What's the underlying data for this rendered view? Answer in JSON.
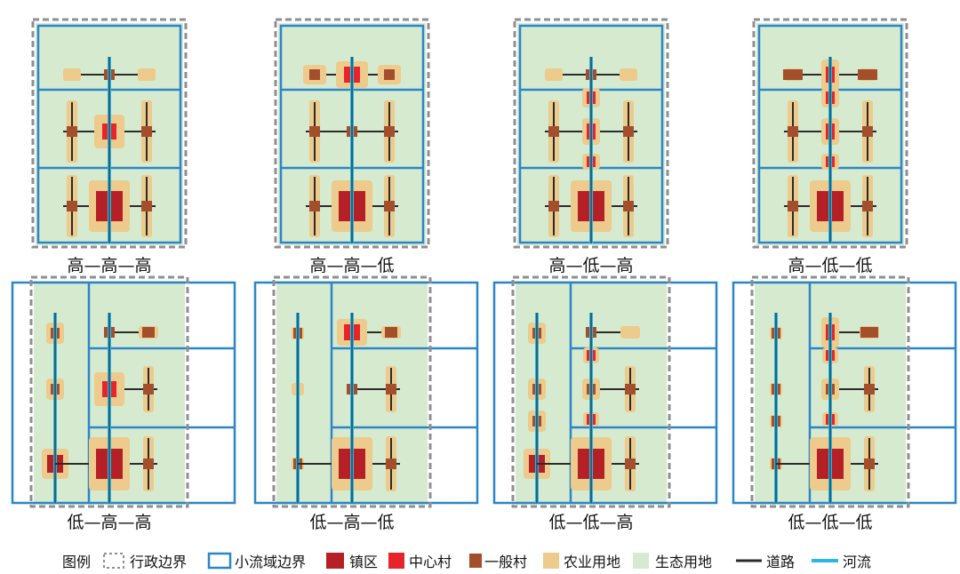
{
  "captions": [
    "高—高—高",
    "高—高—低",
    "高—低—高",
    "高—低—低",
    "低—高—高",
    "低—高—低",
    "低—低—高",
    "低—低—低"
  ],
  "legend": {
    "title": "图例",
    "items": [
      {
        "label": "行政边界"
      },
      {
        "label": "小流域边界"
      },
      {
        "label": "镇区"
      },
      {
        "label": "中心村"
      },
      {
        "label": "一般村"
      },
      {
        "label": "农业用地"
      },
      {
        "label": "生态用地"
      },
      {
        "label": "道路"
      },
      {
        "label": "河流"
      }
    ]
  },
  "colors": {
    "eco": "#d6ead0",
    "agri": "#eccb8c",
    "town": "#b42025",
    "center": "#e6242a",
    "village": "#a34f2c",
    "watershed": "#2b86c8",
    "admin": "#8f8f8f",
    "road": "#2b2b2b",
    "river": "#2bb6e8"
  }
}
